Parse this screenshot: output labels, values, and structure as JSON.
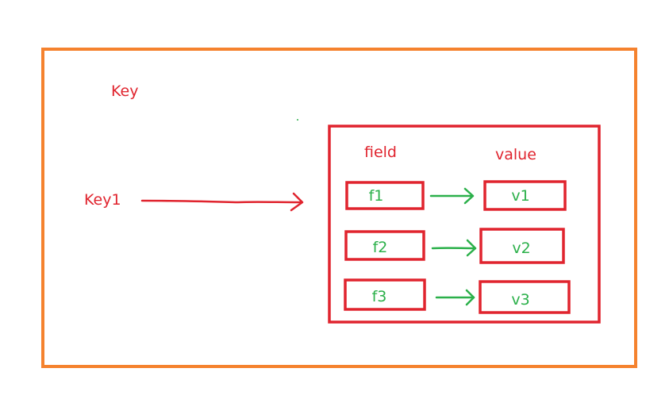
{
  "colors": {
    "outer_border": "#f5822e",
    "red": "#e0242e",
    "green": "#2bb04a",
    "background": "#ffffff"
  },
  "labels": {
    "key": "Key",
    "key1": "Key1",
    "field": "field",
    "value": "value"
  },
  "pairs": [
    {
      "field": "f1",
      "value": "v1"
    },
    {
      "field": "f2",
      "value": "v2"
    },
    {
      "field": "f3",
      "value": "v3"
    }
  ]
}
